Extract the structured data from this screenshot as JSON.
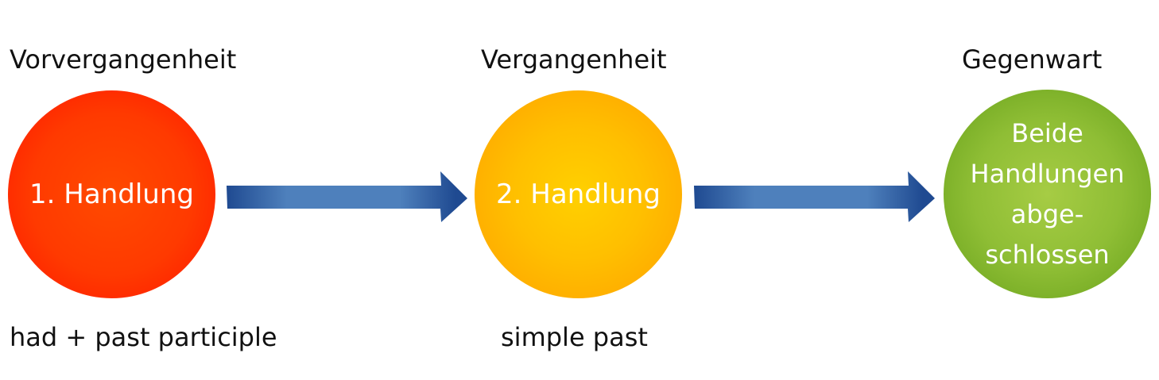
{
  "stages": [
    {
      "heading": "Vorvergangenheit",
      "circle_text": "1. Handlung",
      "caption": "had + past participle",
      "color": "#ff3a00"
    },
    {
      "heading": "Vergangenheit",
      "circle_text": "2. Handlung",
      "caption": "simple past",
      "color": "#ffbf00"
    },
    {
      "heading": "Gegenwart",
      "circle_lines": [
        "Beide",
        "Handlungen",
        "abge-",
        "schlossen"
      ],
      "color": "#8fbe35"
    }
  ],
  "arrow_color": "#1f4a91"
}
